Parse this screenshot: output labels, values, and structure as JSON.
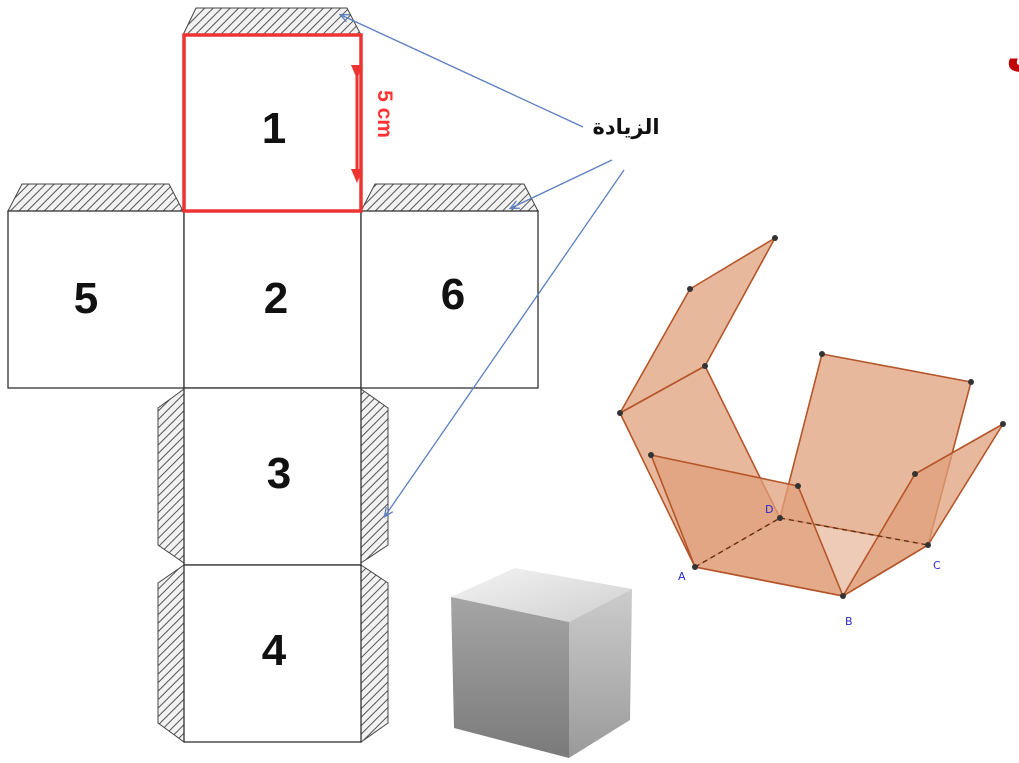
{
  "title": "مخطط المكعب",
  "tab_label": "الزيادة",
  "dimension_label": "5 cm",
  "faces": [
    {
      "id": "1",
      "label": "1"
    },
    {
      "id": "2",
      "label": "2"
    },
    {
      "id": "3",
      "label": "3"
    },
    {
      "id": "4",
      "label": "4"
    },
    {
      "id": "5",
      "label": "5"
    },
    {
      "id": "6",
      "label": "6"
    }
  ],
  "vertex_labels": {
    "a": "A",
    "b": "B",
    "c": "C",
    "d": "D"
  },
  "colors": {
    "title": "#c00000",
    "highlight": "#ee3333",
    "arrow": "#5b7fc0",
    "folded_fill": "#e0a07c",
    "folded_edge": "#b5552a",
    "hatch": "#555555"
  }
}
